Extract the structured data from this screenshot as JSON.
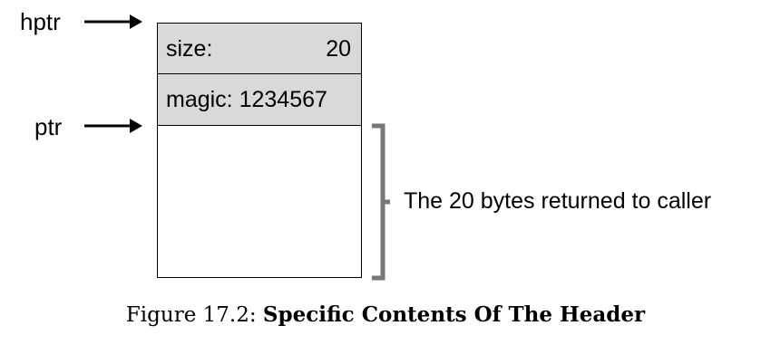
{
  "pointers": {
    "hptr": "hptr",
    "ptr": "ptr"
  },
  "memory_block": {
    "size_label": "size:",
    "size_value": "20",
    "magic_row": "magic: 1234567"
  },
  "bracket": {
    "caption": "The 20 bytes returned to caller"
  },
  "figure": {
    "number": "Figure 17.2:",
    "title": "Specific Contents Of The Header"
  },
  "colors": {
    "header_fill": "#d9d9d9",
    "bracket": "#777777"
  }
}
